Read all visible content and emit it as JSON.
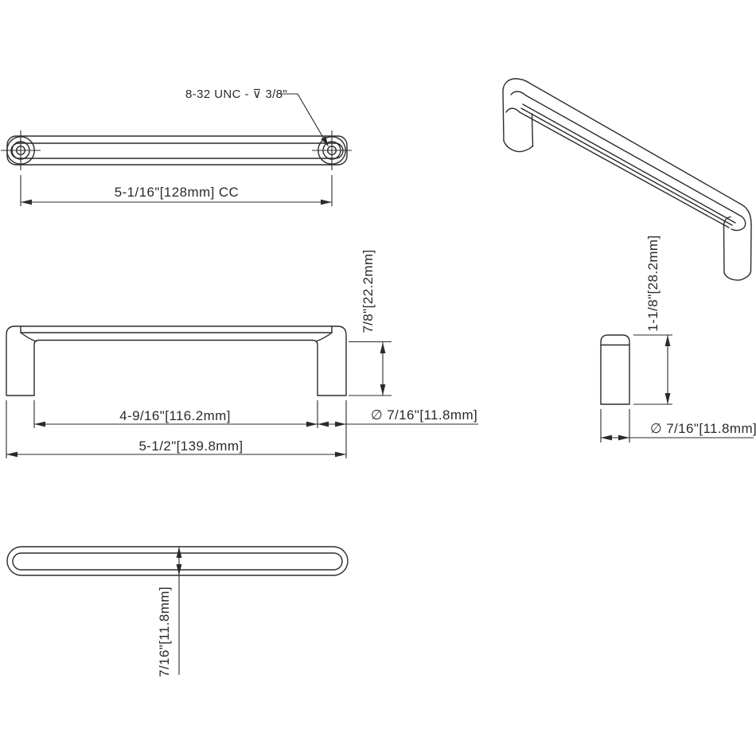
{
  "drawing": {
    "type": "technical-dimension-drawing",
    "subject": "cabinet-pull-handle",
    "colors": {
      "line": "#2b2b2b",
      "background": "#ffffff"
    },
    "top_view": {
      "thread_callout": "8-32 UNC - ⊽ 3/8\"",
      "center_to_center": "5-1/16\"[128mm] CC"
    },
    "front_view": {
      "inner_span": "4-9/16\"[116.2mm]",
      "overall_length": "5-1/2\"[139.8mm]",
      "projection": "7/8\"[22.2mm]",
      "post_diameter": "∅ 7/16\"[11.8mm]"
    },
    "side_view": {
      "overall_height": "1-1/8\"[28.2mm]",
      "post_diameter": "∅ 7/16\"[11.8mm]"
    },
    "bottom_view": {
      "bar_thickness": "7/16\"[11.8mm]"
    }
  }
}
